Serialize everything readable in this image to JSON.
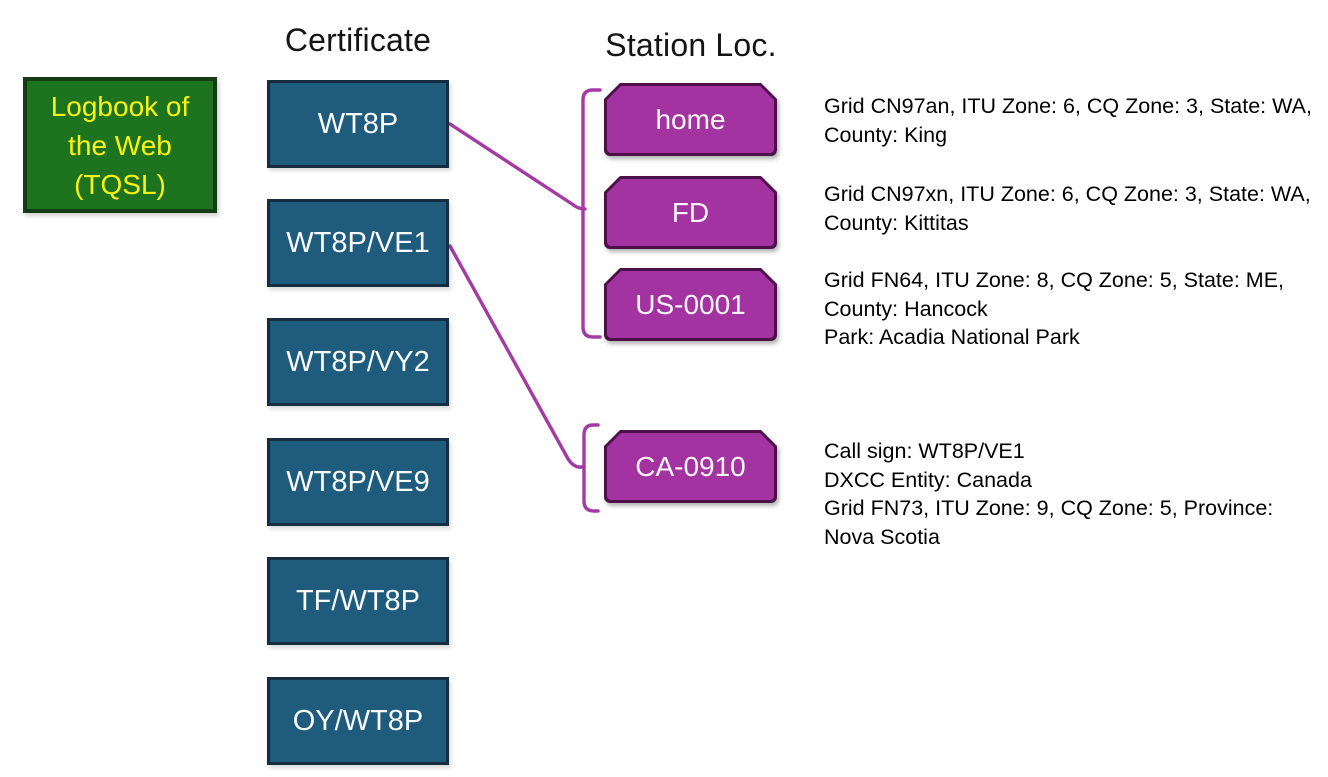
{
  "lotw": {
    "label": "Logbook of\nthe Web\n(TQSL)"
  },
  "headers": {
    "certificate": "Certificate",
    "station": "Station Loc."
  },
  "certificates": [
    "WT8P",
    "WT8P/VE1",
    "WT8P/VY2",
    "WT8P/VE9",
    "TF/WT8P",
    "OY/WT8P"
  ],
  "stations": [
    {
      "label": "home",
      "description": "Grid CN97an, ITU Zone: 6, CQ Zone: 3, State: WA,\nCounty: King"
    },
    {
      "label": "FD",
      "description": "Grid CN97xn, ITU Zone: 6, CQ Zone: 3, State: WA,\nCounty: Kittitas"
    },
    {
      "label": "US-0001",
      "description": "Grid FN64, ITU Zone: 8, CQ Zone: 5, State: ME,\nCounty: Hancock\nPark: Acadia National Park"
    },
    {
      "label": "CA-0910",
      "description": "Call sign: WT8P/VE1\nDXCC Entity: Canada\nGrid FN73, ITU Zone: 9, CQ Zone: 5, Province:\nNova Scotia"
    }
  ],
  "connections": [
    {
      "from": "WT8P",
      "to": [
        "home",
        "FD",
        "US-0001"
      ]
    },
    {
      "from": "WT8P/VE1",
      "to": [
        "CA-0910"
      ]
    }
  ],
  "colors": {
    "lotw_fill": "#1E741E",
    "lotw_border": "#153D15",
    "lotw_text": "#F8F312",
    "certificate_fill": "#1E5B7C",
    "certificate_border": "#152C41",
    "station_fill": "#A233A0",
    "station_border": "#4E1048",
    "connector_line": "#A53AA5",
    "text": "#000000"
  }
}
